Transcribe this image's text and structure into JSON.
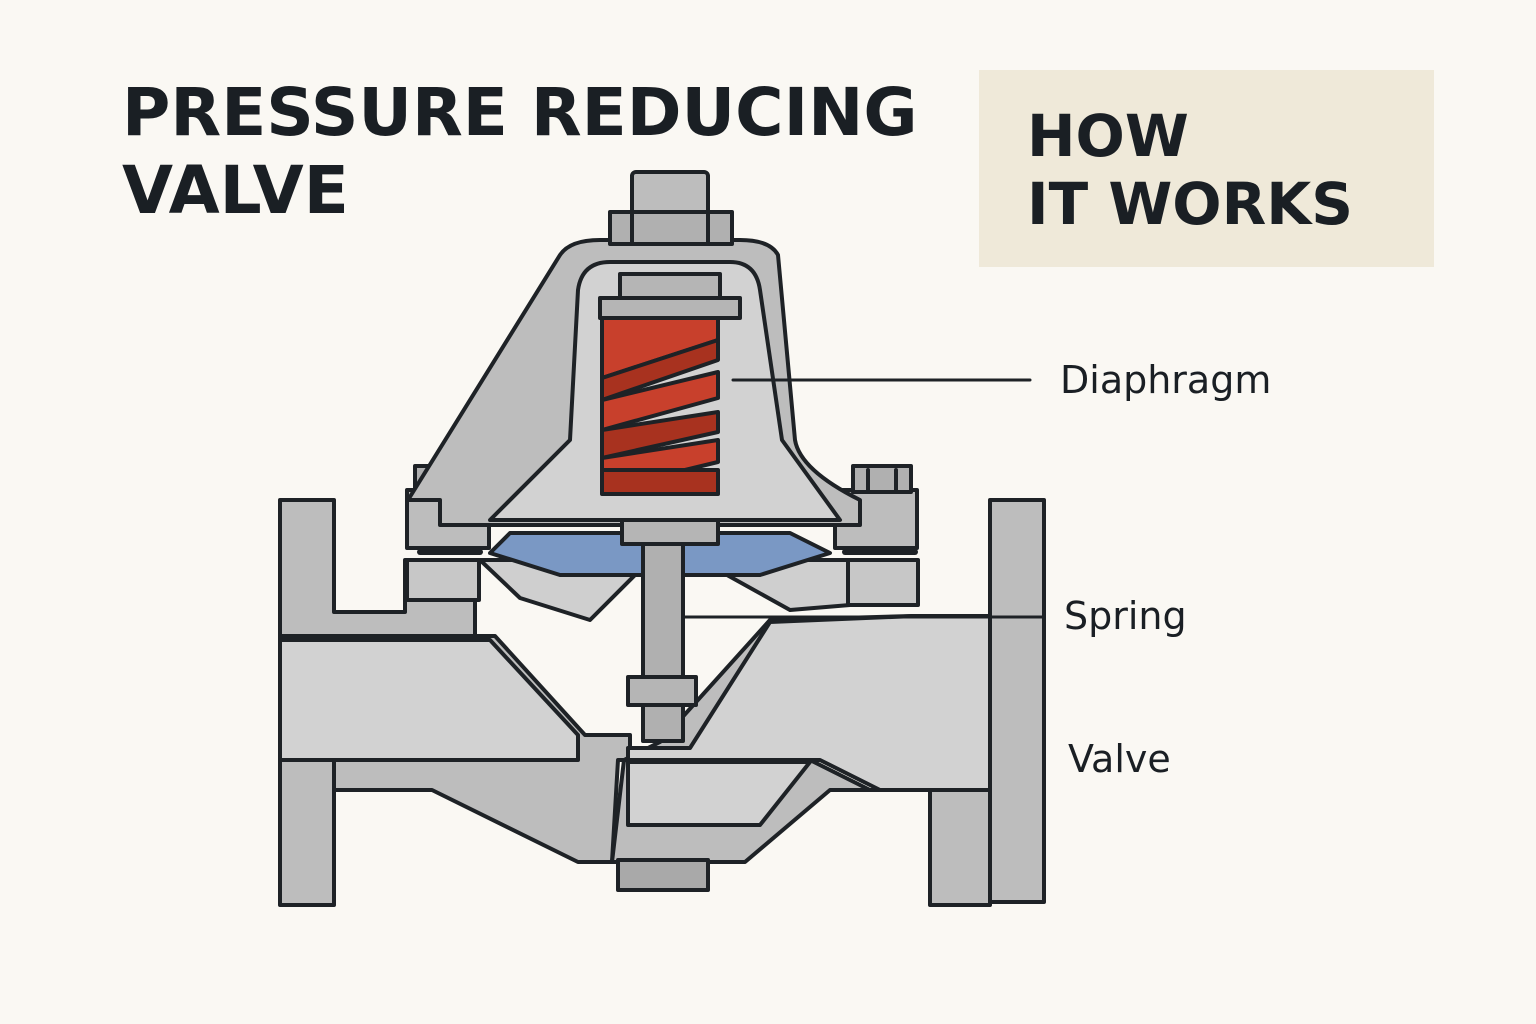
{
  "header": {
    "title": "PRESSURE REDUCING\nVALVE"
  },
  "badge": {
    "text": "HOW\nIT WORKS"
  },
  "callouts": {
    "diaphragm": "Diaphragm",
    "spring": "Spring",
    "valve": "Valve"
  },
  "colors": {
    "background": "#faf8f3",
    "badge": "#efe9d9",
    "metal": "#b9b9b9",
    "metal_light": "#cfcfcf",
    "outline": "#1e2226",
    "spring": "#c8402c",
    "diaphragm": "#7a98c4"
  }
}
